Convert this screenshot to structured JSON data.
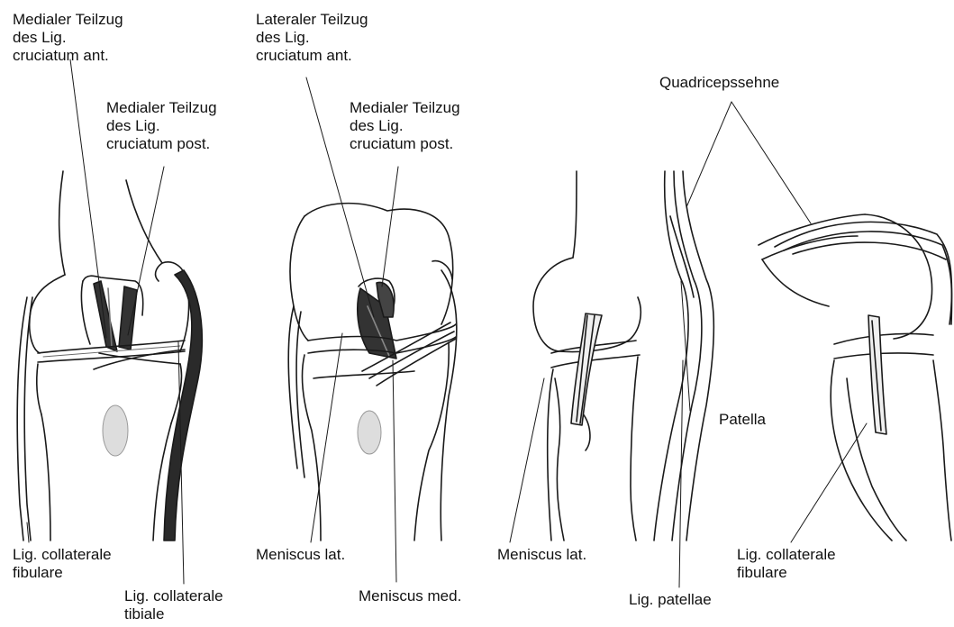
{
  "labels": {
    "medialer_teilzug_ant": "Medialer Teilzug\ndes Lig.\ncruciatum ant.",
    "medialer_teilzug_post_1": "Medialer Teilzug\ndes Lig.\ncruciatum post.",
    "lateraler_teilzug_ant": "Lateraler Teilzug\ndes Lig.\ncruciatum ant.",
    "medialer_teilzug_post_2": "Medialer Teilzug\ndes Lig.\ncruciatum post.",
    "quadricepssehne": "Quadricepssehne",
    "patella": "Patella",
    "lig_collaterale_fibulare_1": "Lig. collaterale\nfibulare",
    "lig_collaterale_tibiale": "Lig. collaterale\ntibiale",
    "meniscus_lat_1": "Meniscus lat.",
    "meniscus_med": "Meniscus med.",
    "meniscus_lat_2": "Meniscus lat.",
    "lig_patellae": "Lig. patellae",
    "lig_collaterale_fibulare_2": "Lig. collaterale\nfibulare"
  }
}
